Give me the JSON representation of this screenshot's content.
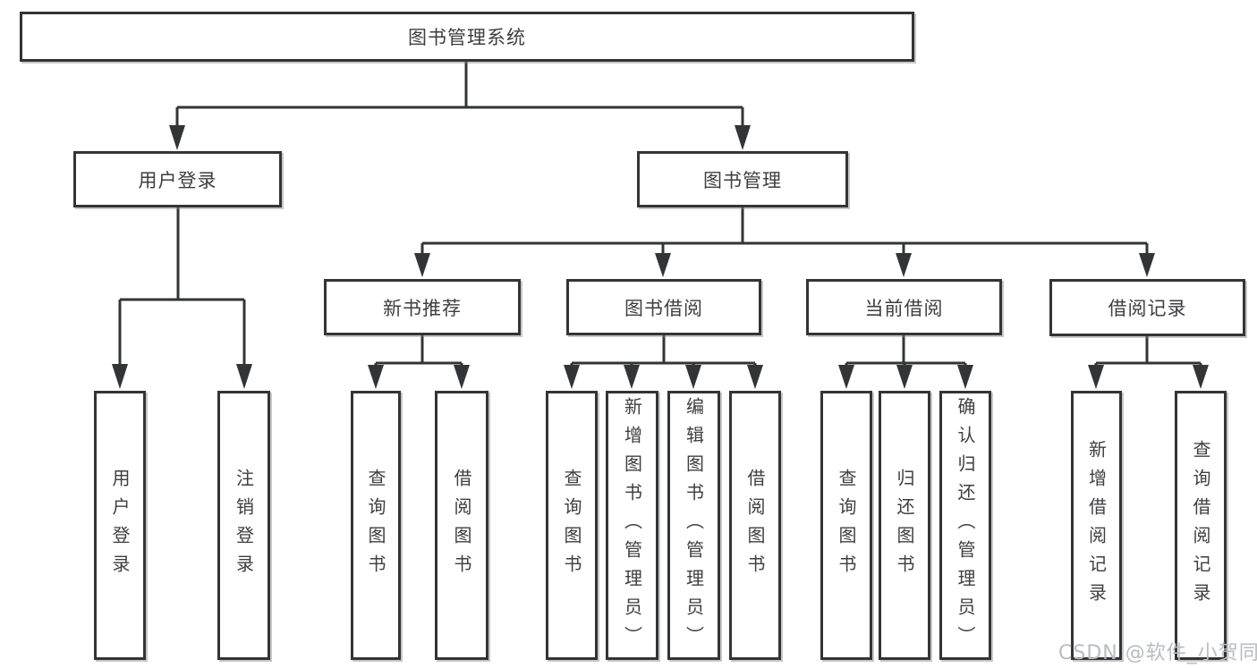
{
  "diagram": {
    "root": {
      "label": "图书管理系统"
    },
    "level2": {
      "login": {
        "label": "用户登录"
      },
      "management": {
        "label": "图书管理"
      }
    },
    "level3": {
      "recommend": {
        "label": "新书推荐"
      },
      "borrow": {
        "label": "图书借阅"
      },
      "current": {
        "label": "当前借阅"
      },
      "records": {
        "label": "借阅记录"
      }
    },
    "leaves": {
      "login": [
        "用户登录",
        "注销登录"
      ],
      "recommend": [
        "查询图书",
        "借阅图书"
      ],
      "borrow": [
        "查询图书",
        "新增图书（管理员）",
        "编辑图书（管理员）",
        "借阅图书"
      ],
      "current": [
        "查询图书",
        "归还图书",
        "确认归还（管理员）"
      ],
      "records": [
        "新增借阅记录",
        "查询借阅记录"
      ]
    }
  },
  "watermark": "CSDN @软件_小贺同学",
  "colors": {
    "line": "#333436",
    "text": "#3e3e40",
    "watermark": "#b9bcc1",
    "background": "#ffffff"
  }
}
